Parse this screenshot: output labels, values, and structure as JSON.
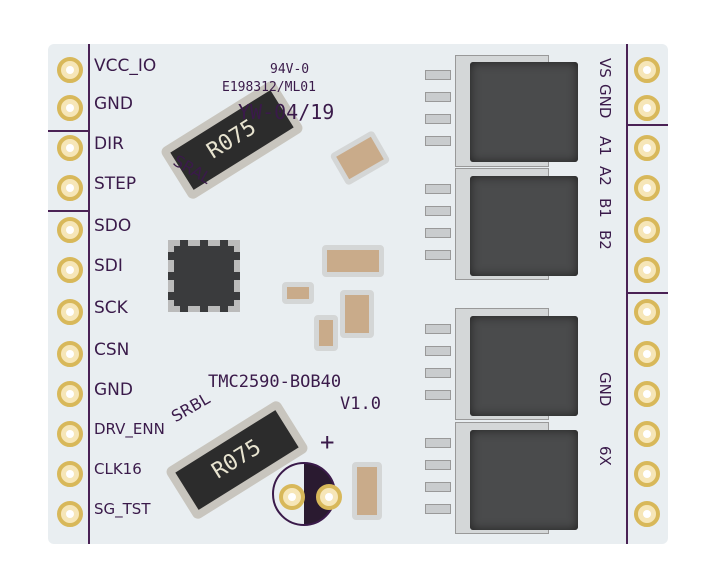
{
  "left_pins": [
    "VCC_IO",
    "GND",
    "DIR",
    "STEP",
    "SDO",
    "SDI",
    "SCK",
    "CSN",
    "GND",
    "DRV_ENN",
    "CLK16",
    "SG_TST"
  ],
  "right_pins": [
    "VS",
    "GND",
    "A1",
    "A2",
    "B1",
    "B2",
    "GND",
    "6X"
  ],
  "silkscreen": {
    "ul_rating": "94V-0",
    "ul_file": "E198312/ML01",
    "date_code": "YW-04/19",
    "board_name": "TMC2590-BOB40",
    "version": "V1.0",
    "sense_a": "SRAL",
    "sense_b": "SRBL",
    "resistor_marking": "R075",
    "cap_plus": "+"
  },
  "colors": {
    "board": "#e9eef1",
    "silk": "#3a1a4a",
    "pad": "#d8b85a",
    "component": "#4a4b4c"
  }
}
